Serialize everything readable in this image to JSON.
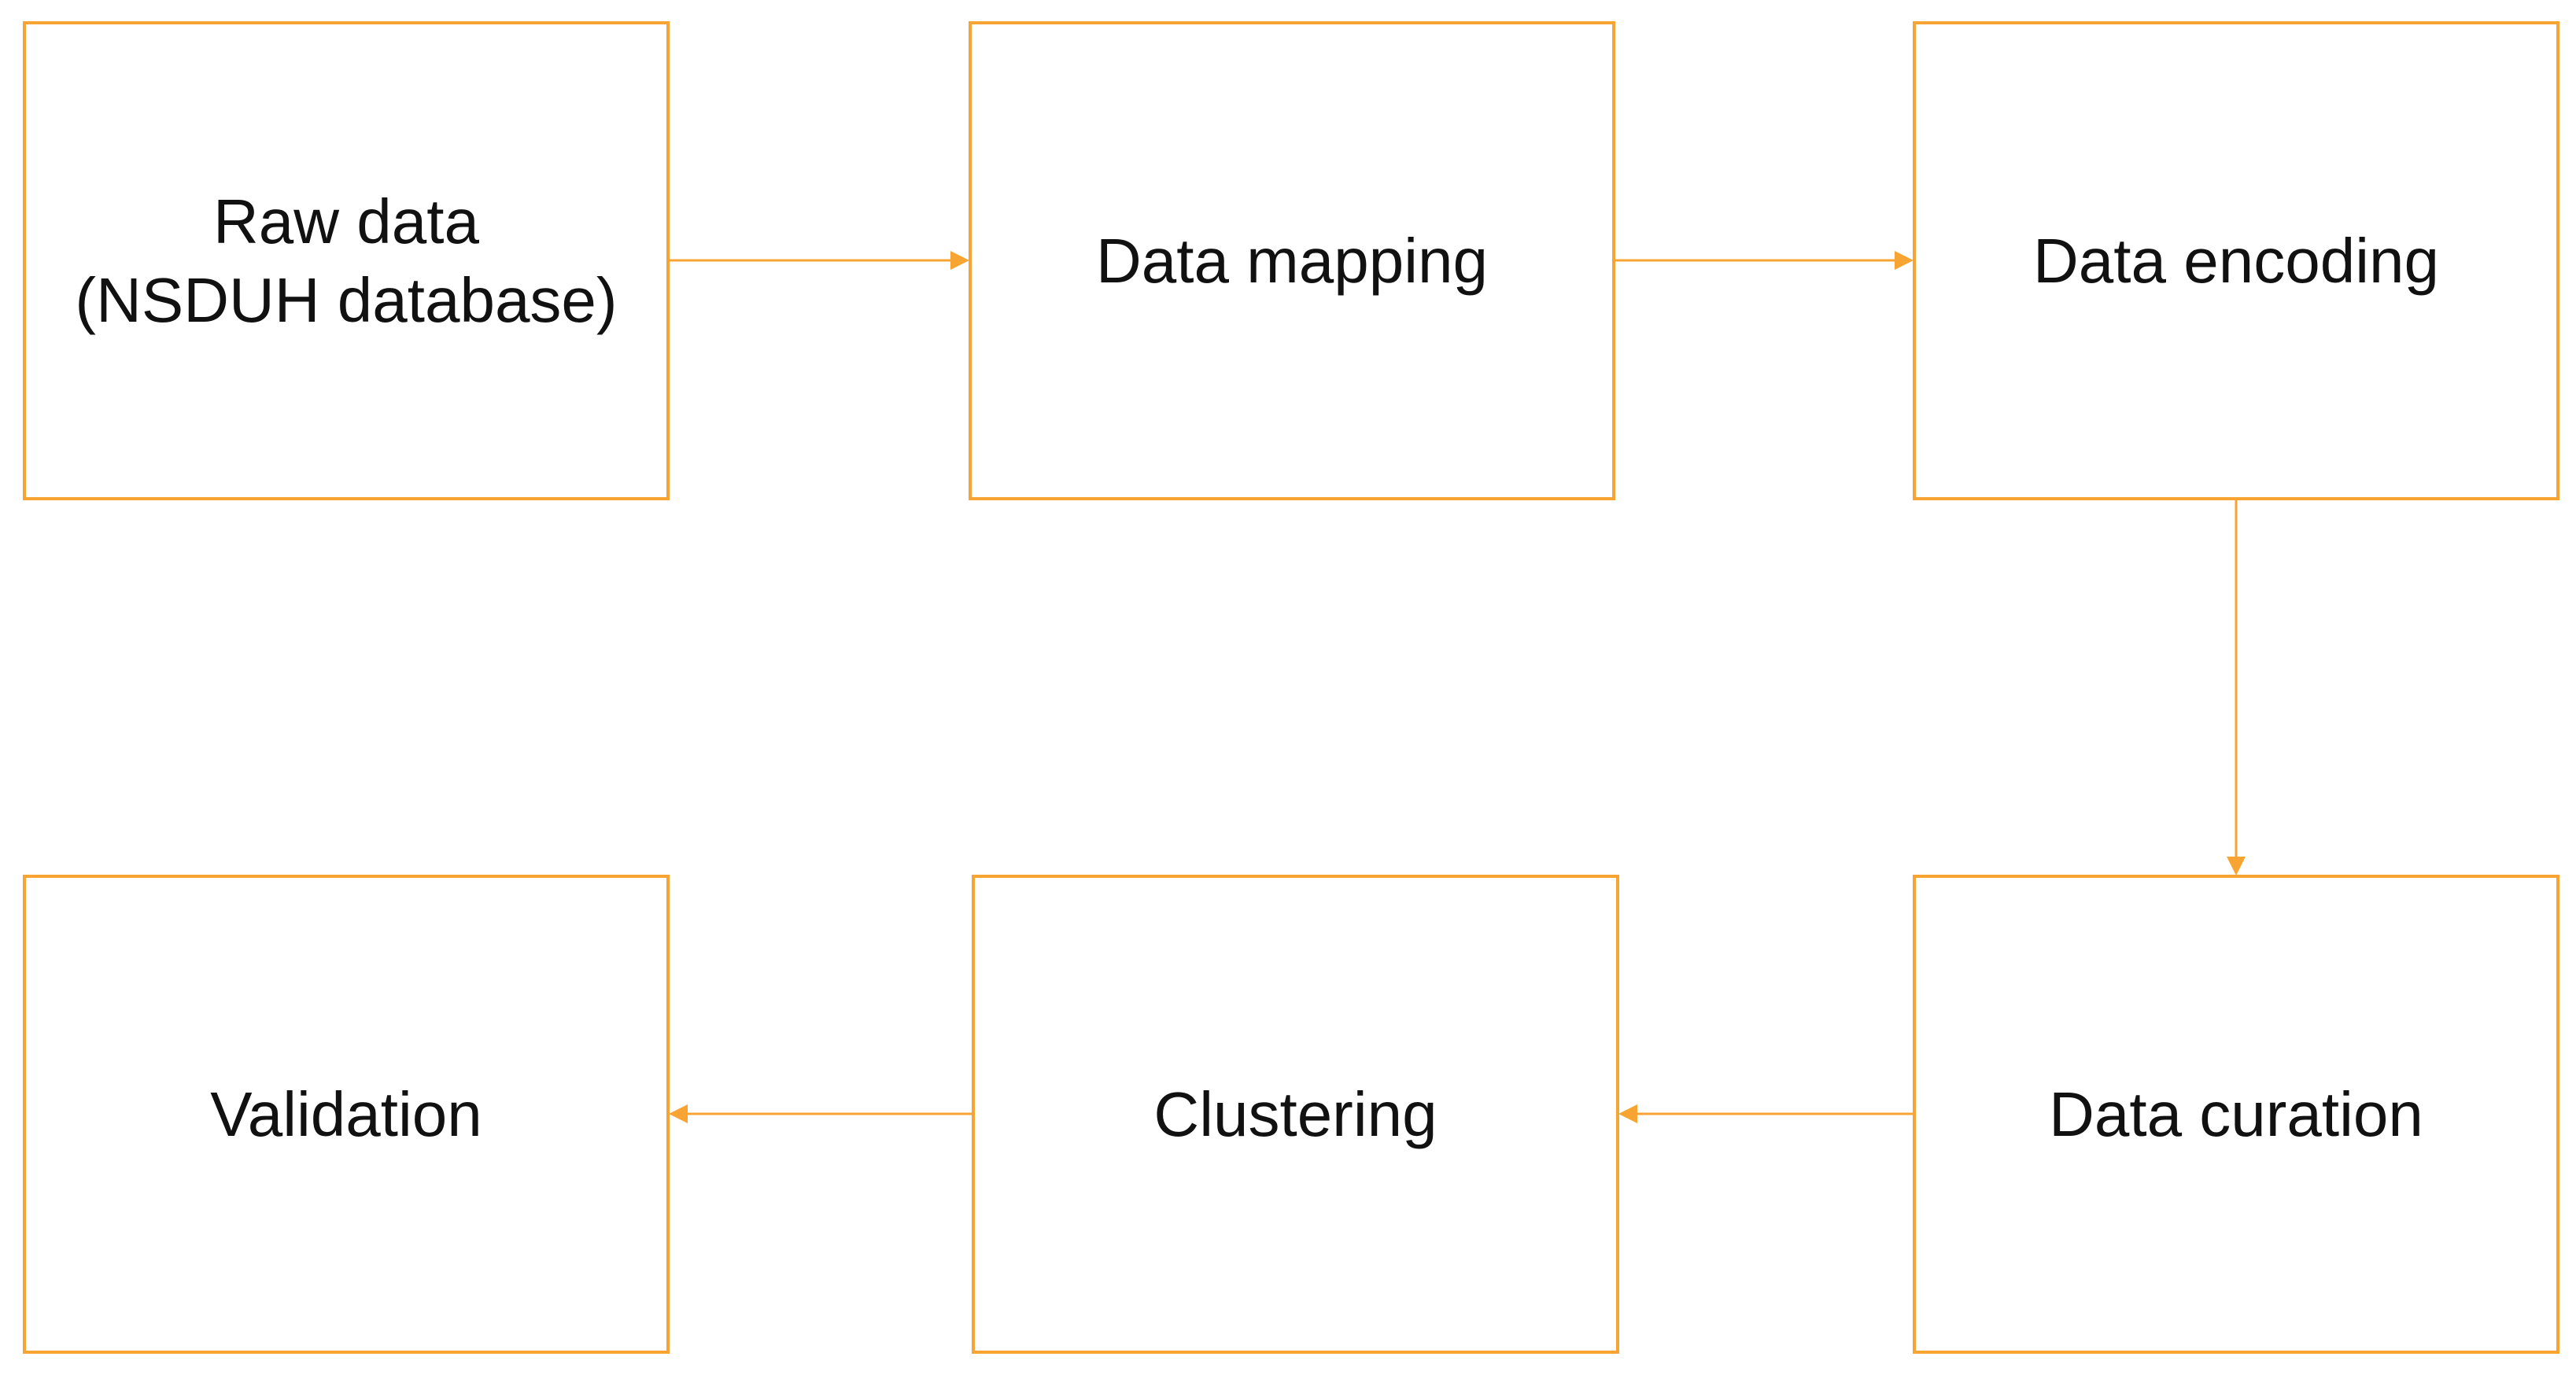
{
  "diagram": {
    "accent_color": "#f7a433",
    "nodes": [
      {
        "id": "raw-data",
        "label": "Raw data\n(NSDUH database)"
      },
      {
        "id": "mapping",
        "label": "Data mapping"
      },
      {
        "id": "encoding",
        "label": "Data encoding"
      },
      {
        "id": "curation",
        "label": "Data curation"
      },
      {
        "id": "clustering",
        "label": "Clustering"
      },
      {
        "id": "validation",
        "label": "Validation"
      }
    ],
    "edges": [
      {
        "from": "raw-data",
        "to": "mapping"
      },
      {
        "from": "mapping",
        "to": "encoding"
      },
      {
        "from": "encoding",
        "to": "curation"
      },
      {
        "from": "curation",
        "to": "clustering"
      },
      {
        "from": "clustering",
        "to": "validation"
      }
    ]
  }
}
